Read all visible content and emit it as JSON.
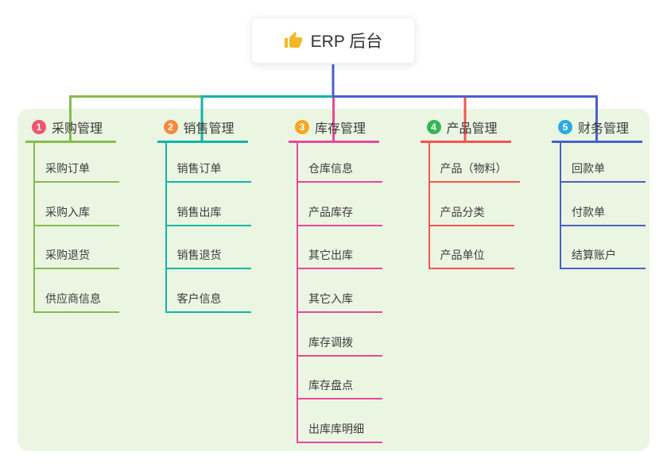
{
  "root": {
    "label": "ERP 后台",
    "icon": "thumbs-up-icon"
  },
  "branches": [
    {
      "badge": "1",
      "label": "采购管理",
      "badge_color": "#f0566e",
      "color": "#85bd4b",
      "children": [
        "采购订单",
        "采购入库",
        "采购退货",
        "供应商信息"
      ]
    },
    {
      "badge": "2",
      "label": "销售管理",
      "badge_color": "#f58b3d",
      "color": "#12b3a8",
      "children": [
        "销售订单",
        "销售出库",
        "销售退货",
        "客户信息"
      ]
    },
    {
      "badge": "3",
      "label": "库存管理",
      "badge_color": "#f6a623",
      "color": "#e8489b",
      "children": [
        "仓库信息",
        "产品库存",
        "其它出库",
        "其它入库",
        "库存调拨",
        "库存盘点",
        "出库库明细"
      ]
    },
    {
      "badge": "4",
      "label": "产品管理",
      "badge_color": "#35b854",
      "color": "#f45552",
      "children": [
        "产品（物料）",
        "产品分类",
        "产品单位"
      ]
    },
    {
      "badge": "5",
      "label": "财务管理",
      "badge_color": "#2ca9e1",
      "color": "#4a5fc9",
      "children": [
        "回款单",
        "付款单",
        "结算账户"
      ]
    }
  ],
  "colors": {
    "panel_bg": "#eaf6e2",
    "root_line": "#4a5fc9",
    "text": "#3c3c3c",
    "thumb": "#f2b824"
  }
}
